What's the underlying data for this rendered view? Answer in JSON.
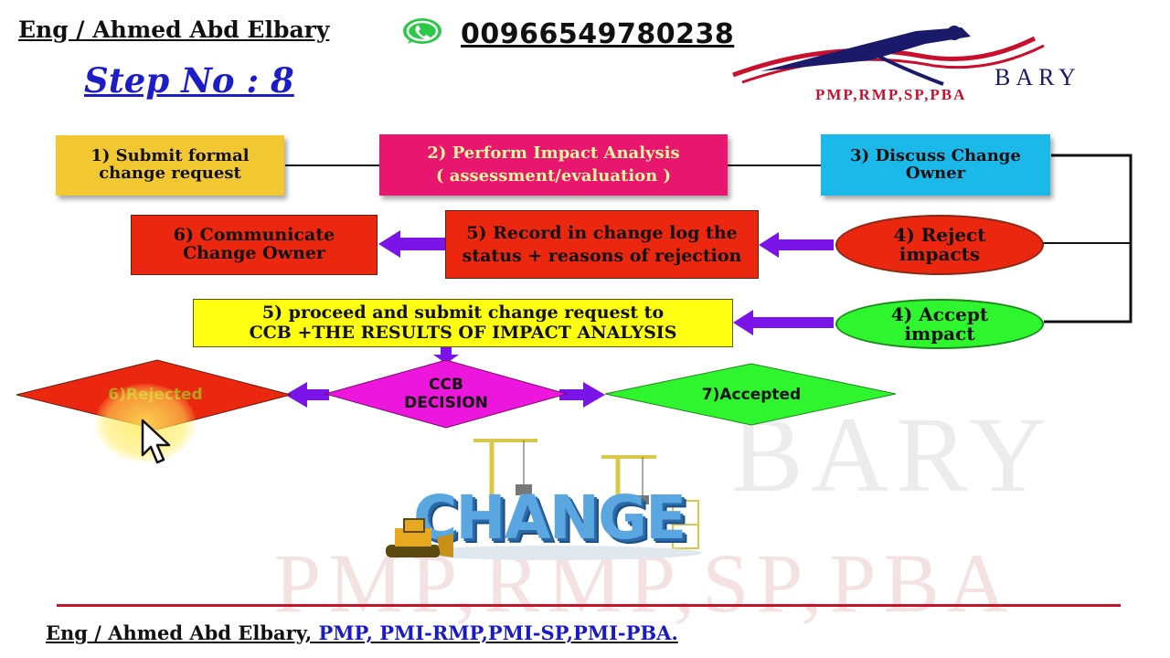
{
  "header": {
    "name": "Eng / Ahmed Abd Elbary",
    "phone": "00966549780238",
    "step": "Step No : 8"
  },
  "logo": {
    "brand": "BARY",
    "credentials": "PMP,RMP,SP,PBA"
  },
  "watermark": {
    "brand": "BARY",
    "credentials": "PMP,RMP,SP,PBA"
  },
  "flow": {
    "submit": "1) Submit formal change request",
    "impact_line1": "2) Perform Impact Analysis",
    "impact_line2": "( assessment/evaluation )",
    "discuss": "3) Discuss Change Owner",
    "reject_impacts": "4) Reject impacts",
    "record": "5) Record in change log the status + reasons of rejection",
    "communicate": "6) Communicate Change Owner",
    "accept_impact": "4) Accept impact",
    "proceed_line1": "5) proceed and submit change request to",
    "proceed_line2": "CCB +THE RESULTS OF IMPACT ANALYSIS",
    "ccb_line1": "CCB",
    "ccb_line2": "DECISION",
    "rejected": "6)Rejected",
    "accepted": "7)Accepted"
  },
  "illustration": {
    "word": "CHANGE"
  },
  "footer": {
    "name": "Eng / Ahmed Abd Elbary,",
    "credentials": " PMP, PMI-RMP,PMI-SP,PMI-PBA."
  },
  "colors": {
    "yellow": "#f2c832",
    "pink": "#e8166e",
    "cyan": "#1bb8ea",
    "red": "#ec2710",
    "green": "#2ef52e",
    "magenta": "#ec16dc",
    "arrow": "#7a14e8",
    "title_blue": "#1d1dc8"
  }
}
